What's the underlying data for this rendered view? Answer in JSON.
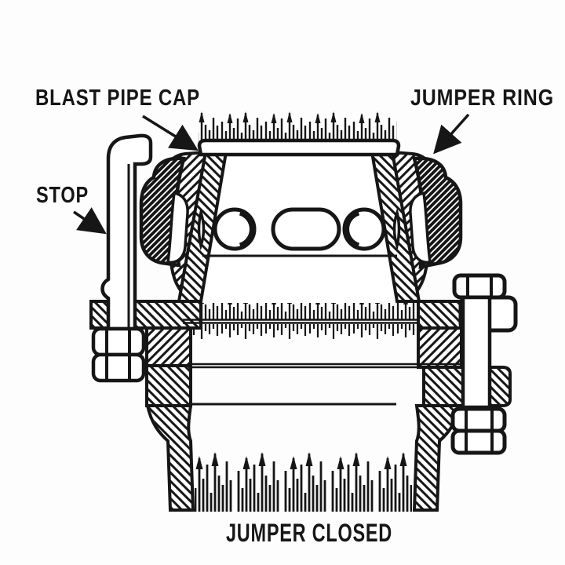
{
  "figure": {
    "caption": "JUMPER CLOSED",
    "callouts": {
      "blast_pipe_cap": "BLAST PIPE CAP",
      "jumper_ring": "JUMPER RING",
      "stop": "STOP"
    },
    "colors": {
      "ink": "#161616",
      "paper": "#fdfdfd"
    }
  }
}
